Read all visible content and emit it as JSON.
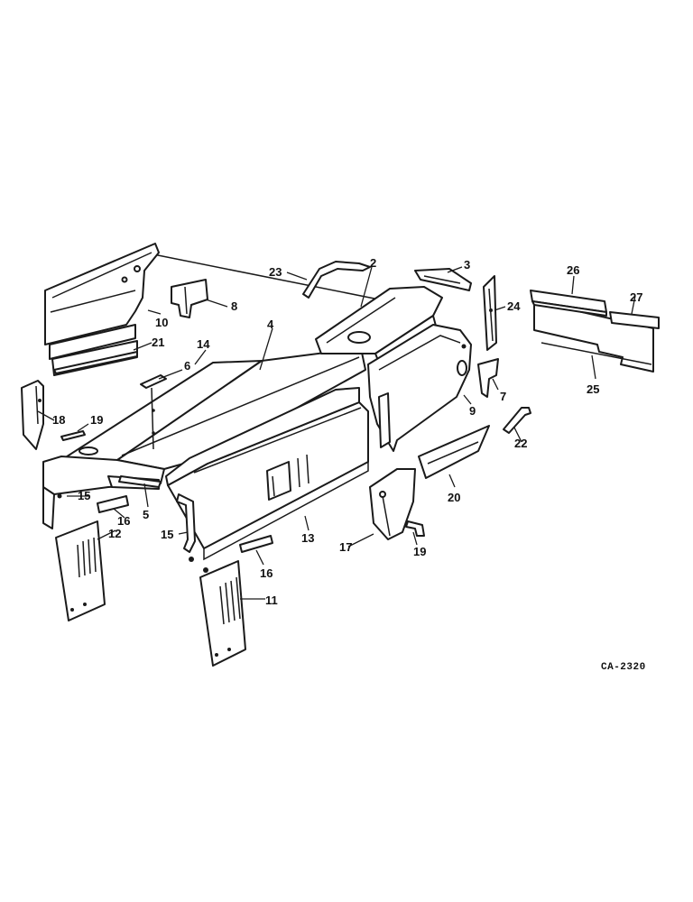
{
  "diagram": {
    "drawing_code": "CA-2320",
    "callouts": [
      {
        "id": "c1",
        "label": "2"
      },
      {
        "id": "c2",
        "label": "3"
      },
      {
        "id": "c3",
        "label": "4"
      },
      {
        "id": "c4",
        "label": "5"
      },
      {
        "id": "c5",
        "label": "6"
      },
      {
        "id": "c6",
        "label": "7"
      },
      {
        "id": "c7",
        "label": "8"
      },
      {
        "id": "c8",
        "label": "9"
      },
      {
        "id": "c9",
        "label": "10"
      },
      {
        "id": "c10",
        "label": "11"
      },
      {
        "id": "c11",
        "label": "12"
      },
      {
        "id": "c12",
        "label": "13"
      },
      {
        "id": "c13",
        "label": "14"
      },
      {
        "id": "c14",
        "label": "15"
      },
      {
        "id": "c15",
        "label": "15"
      },
      {
        "id": "c16",
        "label": "16"
      },
      {
        "id": "c17",
        "label": "16"
      },
      {
        "id": "c18",
        "label": "17"
      },
      {
        "id": "c19",
        "label": "18"
      },
      {
        "id": "c20",
        "label": "19"
      },
      {
        "id": "c21",
        "label": "19"
      },
      {
        "id": "c22",
        "label": "20"
      },
      {
        "id": "c23",
        "label": "21"
      },
      {
        "id": "c24",
        "label": "22"
      },
      {
        "id": "c25",
        "label": "23"
      },
      {
        "id": "c26",
        "label": "24"
      },
      {
        "id": "c27",
        "label": "25"
      },
      {
        "id": "c28",
        "label": "26"
      },
      {
        "id": "c29",
        "label": "27"
      }
    ]
  }
}
